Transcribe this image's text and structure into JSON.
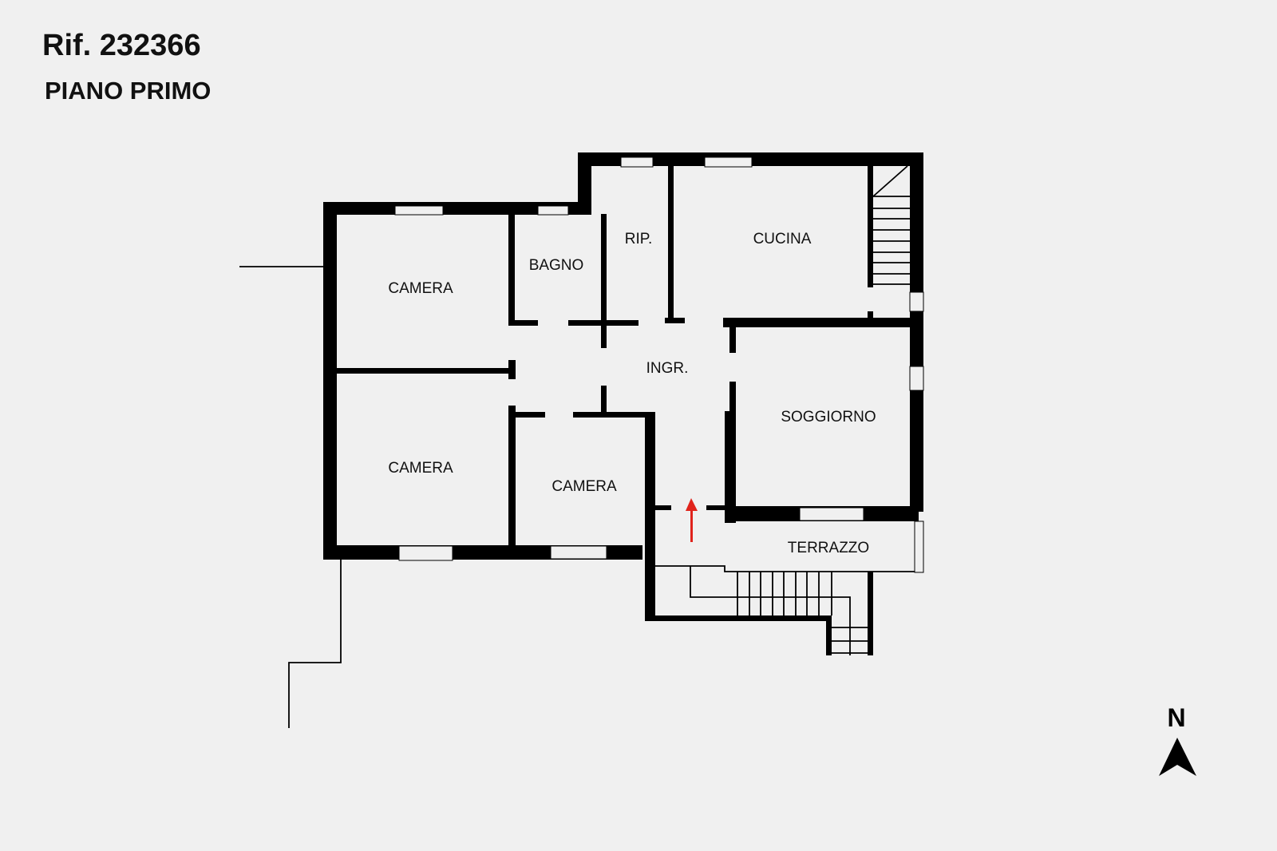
{
  "header": {
    "reference": "Rif. 232366",
    "floor": "PIANO PRIMO"
  },
  "rooms": {
    "camera_1": "CAMERA",
    "bagno": "BAGNO",
    "ripostiglio": "RIP.",
    "cucina": "CUCINA",
    "ingresso": "INGR.",
    "soggiorno": "SOGGIORNO",
    "camera_2": "CAMERA",
    "camera_3": "CAMERA",
    "terrazzo": "TERRAZZO"
  },
  "compass": {
    "label": "N"
  },
  "colors": {
    "wall": "#000000",
    "background": "#f0f0f0",
    "entry_arrow": "#e0231b"
  }
}
